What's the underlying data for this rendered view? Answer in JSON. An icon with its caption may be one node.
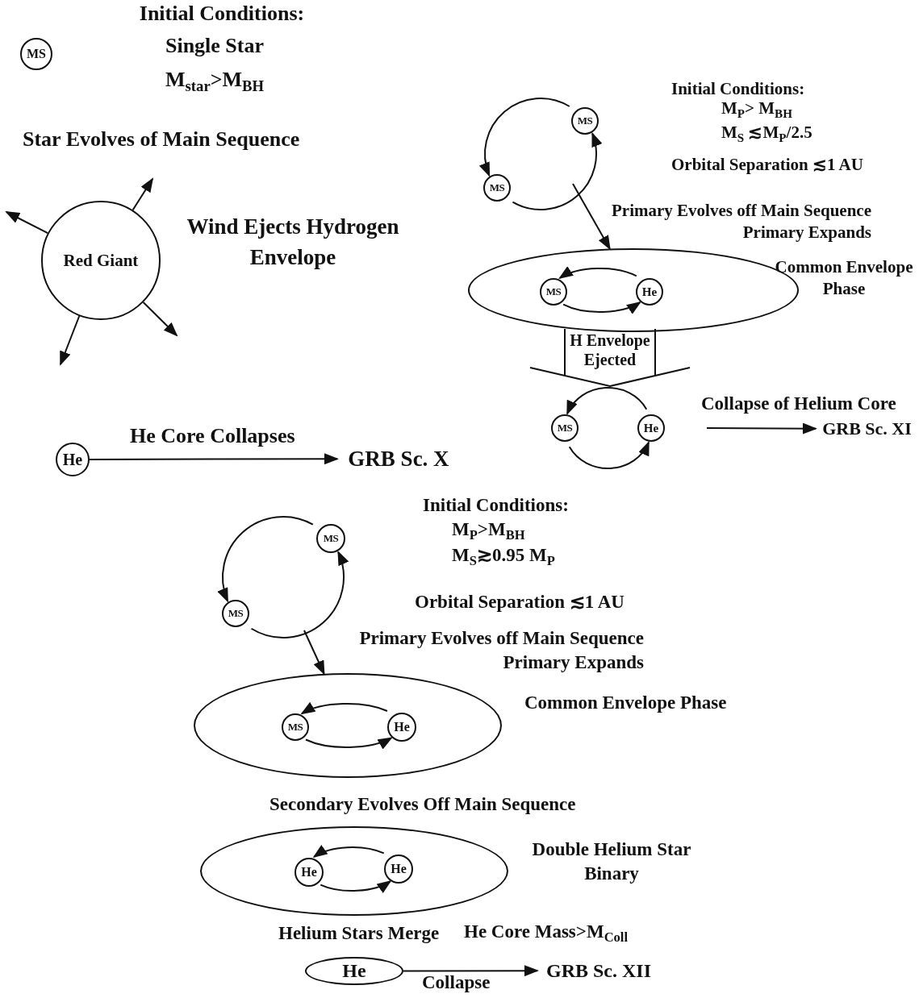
{
  "diagram": {
    "nodes": [
      {
        "text": [
          "MS"
        ]
      },
      {
        "text": [
          "Red Giant"
        ]
      },
      {
        "text": [
          "He"
        ]
      },
      {
        "text": [
          "GRB Sc. X"
        ]
      },
      {
        "text": [
          "MS"
        ]
      },
      {
        "text": [
          "MS"
        ]
      },
      {
        "text": [],
        "shape": "ellipse",
        "beside": [
          "Common Envelope Phase"
        ]
      },
      {
        "text": [
          "MS"
        ],
        "in": 6
      },
      {
        "text": [
          "He"
        ],
        "in": 6
      },
      {
        "text": [
          "H Envelope Ejected"
        ]
      },
      {
        "text": [
          "MS"
        ]
      },
      {
        "text": [
          "He"
        ]
      },
      {
        "text": [
          "GRB Sc. XI"
        ]
      },
      {
        "text": [
          "MS"
        ]
      },
      {
        "text": [
          "MS"
        ]
      },
      {
        "text": [],
        "shape": "ellipse",
        "beside": [
          "Common Envelope Phase"
        ]
      },
      {
        "text": [
          "MS"
        ],
        "in": 15
      },
      {
        "text": [
          "He"
        ],
        "in": 15
      },
      {
        "text": [],
        "shape": "ellipse",
        "beside": [
          "Double Helium Star Binary"
        ]
      },
      {
        "text": [
          "He"
        ],
        "in": 18
      },
      {
        "text": [
          "He"
        ],
        "in": 18
      },
      {
        "text": [
          "He"
        ]
      },
      {
        "text": [
          "GRB Sc. XII"
        ]
      }
    ],
    "edges": [
      {
        "from": 1,
        "to": null,
        "arrow": "to"
      },
      {
        "from": 1,
        "to": null,
        "arrow": "to"
      },
      {
        "from": 1,
        "to": null,
        "arrow": "to"
      },
      {
        "from": 1,
        "to": null,
        "arrow": "to"
      },
      {
        "from": 2,
        "to": 3,
        "arrow": "to",
        "label": "He Core Collapses"
      },
      {
        "from": 4,
        "to": 5,
        "arrow": "to"
      },
      {
        "from": 5,
        "to": 4,
        "arrow": "to"
      },
      {
        "from": null,
        "to": 6,
        "arrow": "to"
      },
      {
        "from": 8,
        "to": 7,
        "arrow": "to"
      },
      {
        "from": 7,
        "to": 8,
        "arrow": "to"
      },
      {
        "from": 11,
        "to": 10,
        "arrow": "to"
      },
      {
        "from": 10,
        "to": 11,
        "arrow": "to"
      },
      {
        "from": null,
        "to": 12,
        "arrow": "to",
        "label": "Collapse of Helium Core"
      },
      {
        "from": 13,
        "to": 14,
        "arrow": "to"
      },
      {
        "from": 14,
        "to": 13,
        "arrow": "to"
      },
      {
        "from": null,
        "to": 15,
        "arrow": "to"
      },
      {
        "from": 17,
        "to": 16,
        "arrow": "to"
      },
      {
        "from": 16,
        "to": 17,
        "arrow": "to"
      },
      {
        "from": 20,
        "to": 19,
        "arrow": "to"
      },
      {
        "from": 19,
        "to": 20,
        "arrow": "to"
      },
      {
        "from": 21,
        "to": 22,
        "arrow": "to",
        "label": "Collapse"
      }
    ],
    "labels": [
      "Initial Conditions:",
      "Single Star",
      "M$_{star}$>M$_{BH}$",
      "Star Evolves of Main Sequence",
      "Wind Ejects Hydrogen Envelope",
      "Initial Conditions:",
      "M$_{P}$> M$_{BH}$",
      "M$_{S}$ ≲M$_{P}$/2.5",
      "Orbital Separation ≲1 AU",
      "Primary Evolves off Main Sequence Primary Expands",
      "Initial Conditions:",
      "M$_{P}$>M$_{BH}$",
      "M$_{S}$≳0.95 M$_{P}$",
      "Orbital Separation ≲1 AU",
      "Primary Evolves off Main Sequence Primary Expands",
      "Secondary Evolves Off Main Sequence",
      "Helium Stars Merge",
      "He Core Mass>M$_{Coll}$"
    ]
  }
}
